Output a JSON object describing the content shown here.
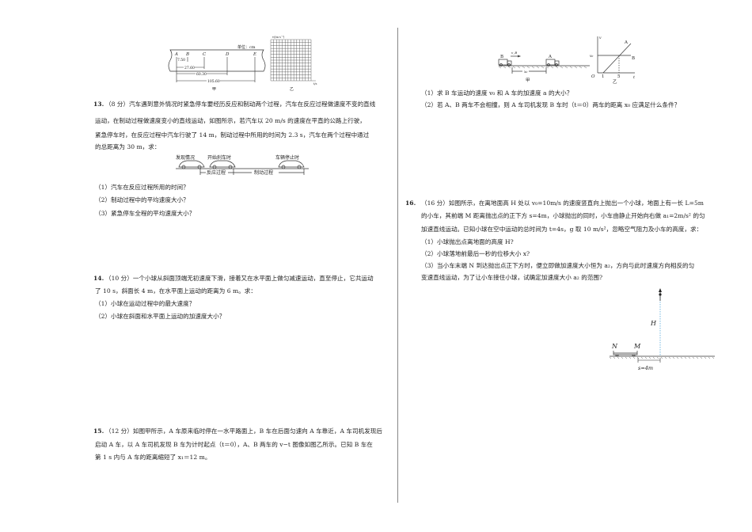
{
  "q12_figure": {
    "unit": "单位：cm",
    "points": [
      "A",
      "B",
      "C",
      "D",
      "E"
    ],
    "distances": [
      "7.50",
      "27.60",
      "60.30",
      "105.60"
    ],
    "label_left": "甲",
    "grid_ylabel": "v/(m·s⁻¹)",
    "grid_xlabel": "t/s",
    "label_right": "乙"
  },
  "q13": {
    "number": "13.",
    "lines": [
      "（8 分）汽车遇到意外情况时紧急停车要经历反应和制动两个过程，汽车在反应过程做速度不变的直线",
      "运动，在制动过程做速度变小的直线运动，如图所示，若汽车以 20 m/s 的速度在平直的公路上行驶，",
      "紧急停车时，在反应过程中汽车行驶了 14 m，制动过程中所用的时间为 2.3 s，汽车在两个过程中通过",
      "的总距离为 30 m，求："
    ],
    "figure": {
      "label1": "发现情况",
      "label2": "开始刹车时",
      "label3": "车辆停止时",
      "phase1": "反应过程",
      "phase2": "制动过程"
    },
    "subs": [
      "（1）汽车在反应过程所用的时间？",
      "（2）制动过程中的平均速度大小？",
      "（3）紧急停车全程的平均速度大小？"
    ]
  },
  "q14": {
    "number": "14.",
    "lines": [
      "（10 分）一个小球从斜面顶端无初速度下滑，接着又在水平面上做匀减速运动，直至停止，它共运动",
      "了 10 s，斜面长 4 m，在水平面上运动的距离为 6 m。求："
    ],
    "subs": [
      "（1）小球在运动过程中的最大速度？",
      "（2）小球在斜面和水平面上运动的加速度大小？"
    ]
  },
  "q15": {
    "number": "15.",
    "lines": [
      "（12 分）如图甲所示，A 车原来临时停在一水平路面上，B 车在后面匀速向 A 车靠近，A 车司机发现后",
      "启动 A 车，以 A 车司机发现 B 车为计时起点（t＝0），A、B 两车的 v−t 图像如图乙所示。已知 B 车在",
      "第 1 s 内与 A 车的距离缩短了 x₁＝12 m。"
    ],
    "figure": {
      "truck_b": "B",
      "truck_a": "A",
      "vb": "v_B",
      "x0": "x₀",
      "label_left": "甲",
      "v_axis": "v",
      "t_axis": "t",
      "v0": "v₀",
      "origin": "O",
      "t1": "1",
      "t5": "5",
      "line_a": "A",
      "line_b": "B",
      "label_right": "乙"
    },
    "subs": [
      "（1）求 B 车运动的速度 v₀ 和 A 车的加速度 a 的大小？",
      "（2）若 A、B 两车不会相撞，则 A 车司机发现 B 车时（t＝0）两车的距离 x₀ 应满足什么条件？"
    ]
  },
  "q16": {
    "number": "16.",
    "lines": [
      "（16 分）如图所示，在离地面高 H 处以 v₀=10m/s 的速度竖直向上抛出一个小球，地面上有一长 L=5m",
      "的小车，其前端 M 距离抛出点的正下方 s=4m，小球抛出的同时，小车由静止开始向右做 a₁=2m/s² 的匀",
      "加速直线运动。已知小球在空中运动的总时间为 t=4s，g 取 10 m/s²，忽略空气阻力及小车的高度，求："
    ],
    "subs": [
      "（1）小球抛出点离地面的高度 H?",
      "（2）小球落地前最后一秒的位移大小 x?",
      "（3）当小车末端 N 到达抛出点正下方时，便立即做加速度大小恒为 a₂，方向与此时速度方向相反的匀",
      "变速直线运动，为了让小车接住小球，试确定加速度大小 a₂ 的范围?"
    ],
    "figure": {
      "h": "H",
      "n": "N",
      "m": "M",
      "s": "s=4m"
    }
  }
}
